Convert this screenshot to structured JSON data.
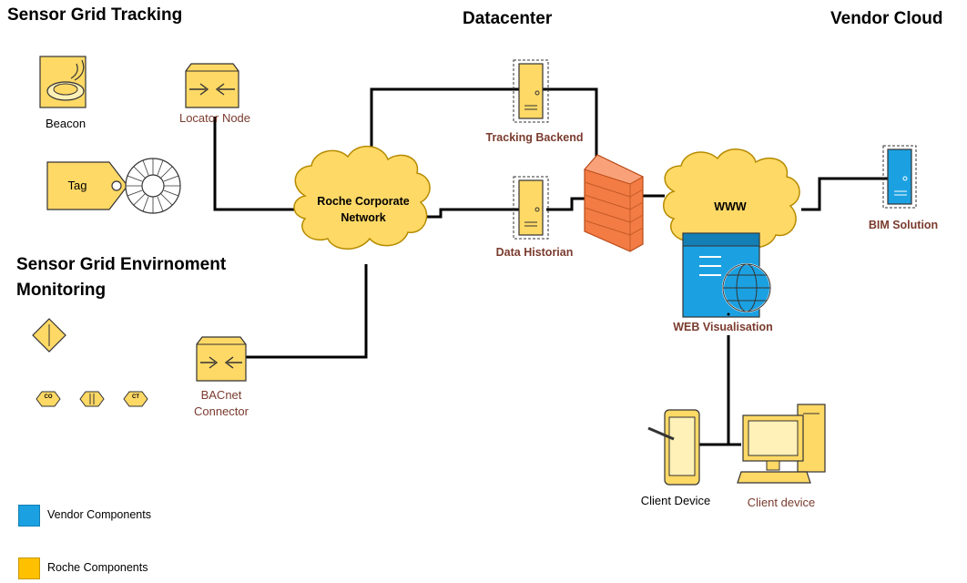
{
  "groups": {
    "sensor_grid_tracking": "Sensor Grid Tracking",
    "datacenter": "Datacenter",
    "vendor_cloud": "Vendor Cloud",
    "sensor_grid_env_line1": "Sensor Grid Envirnoment",
    "sensor_grid_env_line2": "Monitoring"
  },
  "nodes": {
    "beacon": "Beacon",
    "locator_node": "Locator Node",
    "tag": "Tag",
    "roche_network_line1": "Roche Corporate",
    "roche_network_line2": "Network",
    "tracking_backend": "Tracking Backend",
    "data_historian": "Data Historian",
    "www": "WWW",
    "bim_solution": "BIM Solution",
    "web_visualisation": "WEB Visualisation",
    "bacnet_line1": "BACnet",
    "bacnet_line2": "Connector",
    "client_device_tablet": "Client Device",
    "client_device_pc": "Client device",
    "sensor_co": "CO",
    "sensor_ct": "CT"
  },
  "legend": {
    "vendor": {
      "label": "Vendor Components",
      "color": "#1ba1e2"
    },
    "roche": {
      "label": "Roche Components",
      "color": "#ffc000"
    }
  },
  "colors": {
    "roche_fill": "#ffd966",
    "roche_dark": "#b58b00",
    "vendor_fill": "#1ba1e2",
    "firewall": "#f07f4a",
    "cloud_fill": "#ffd966"
  }
}
